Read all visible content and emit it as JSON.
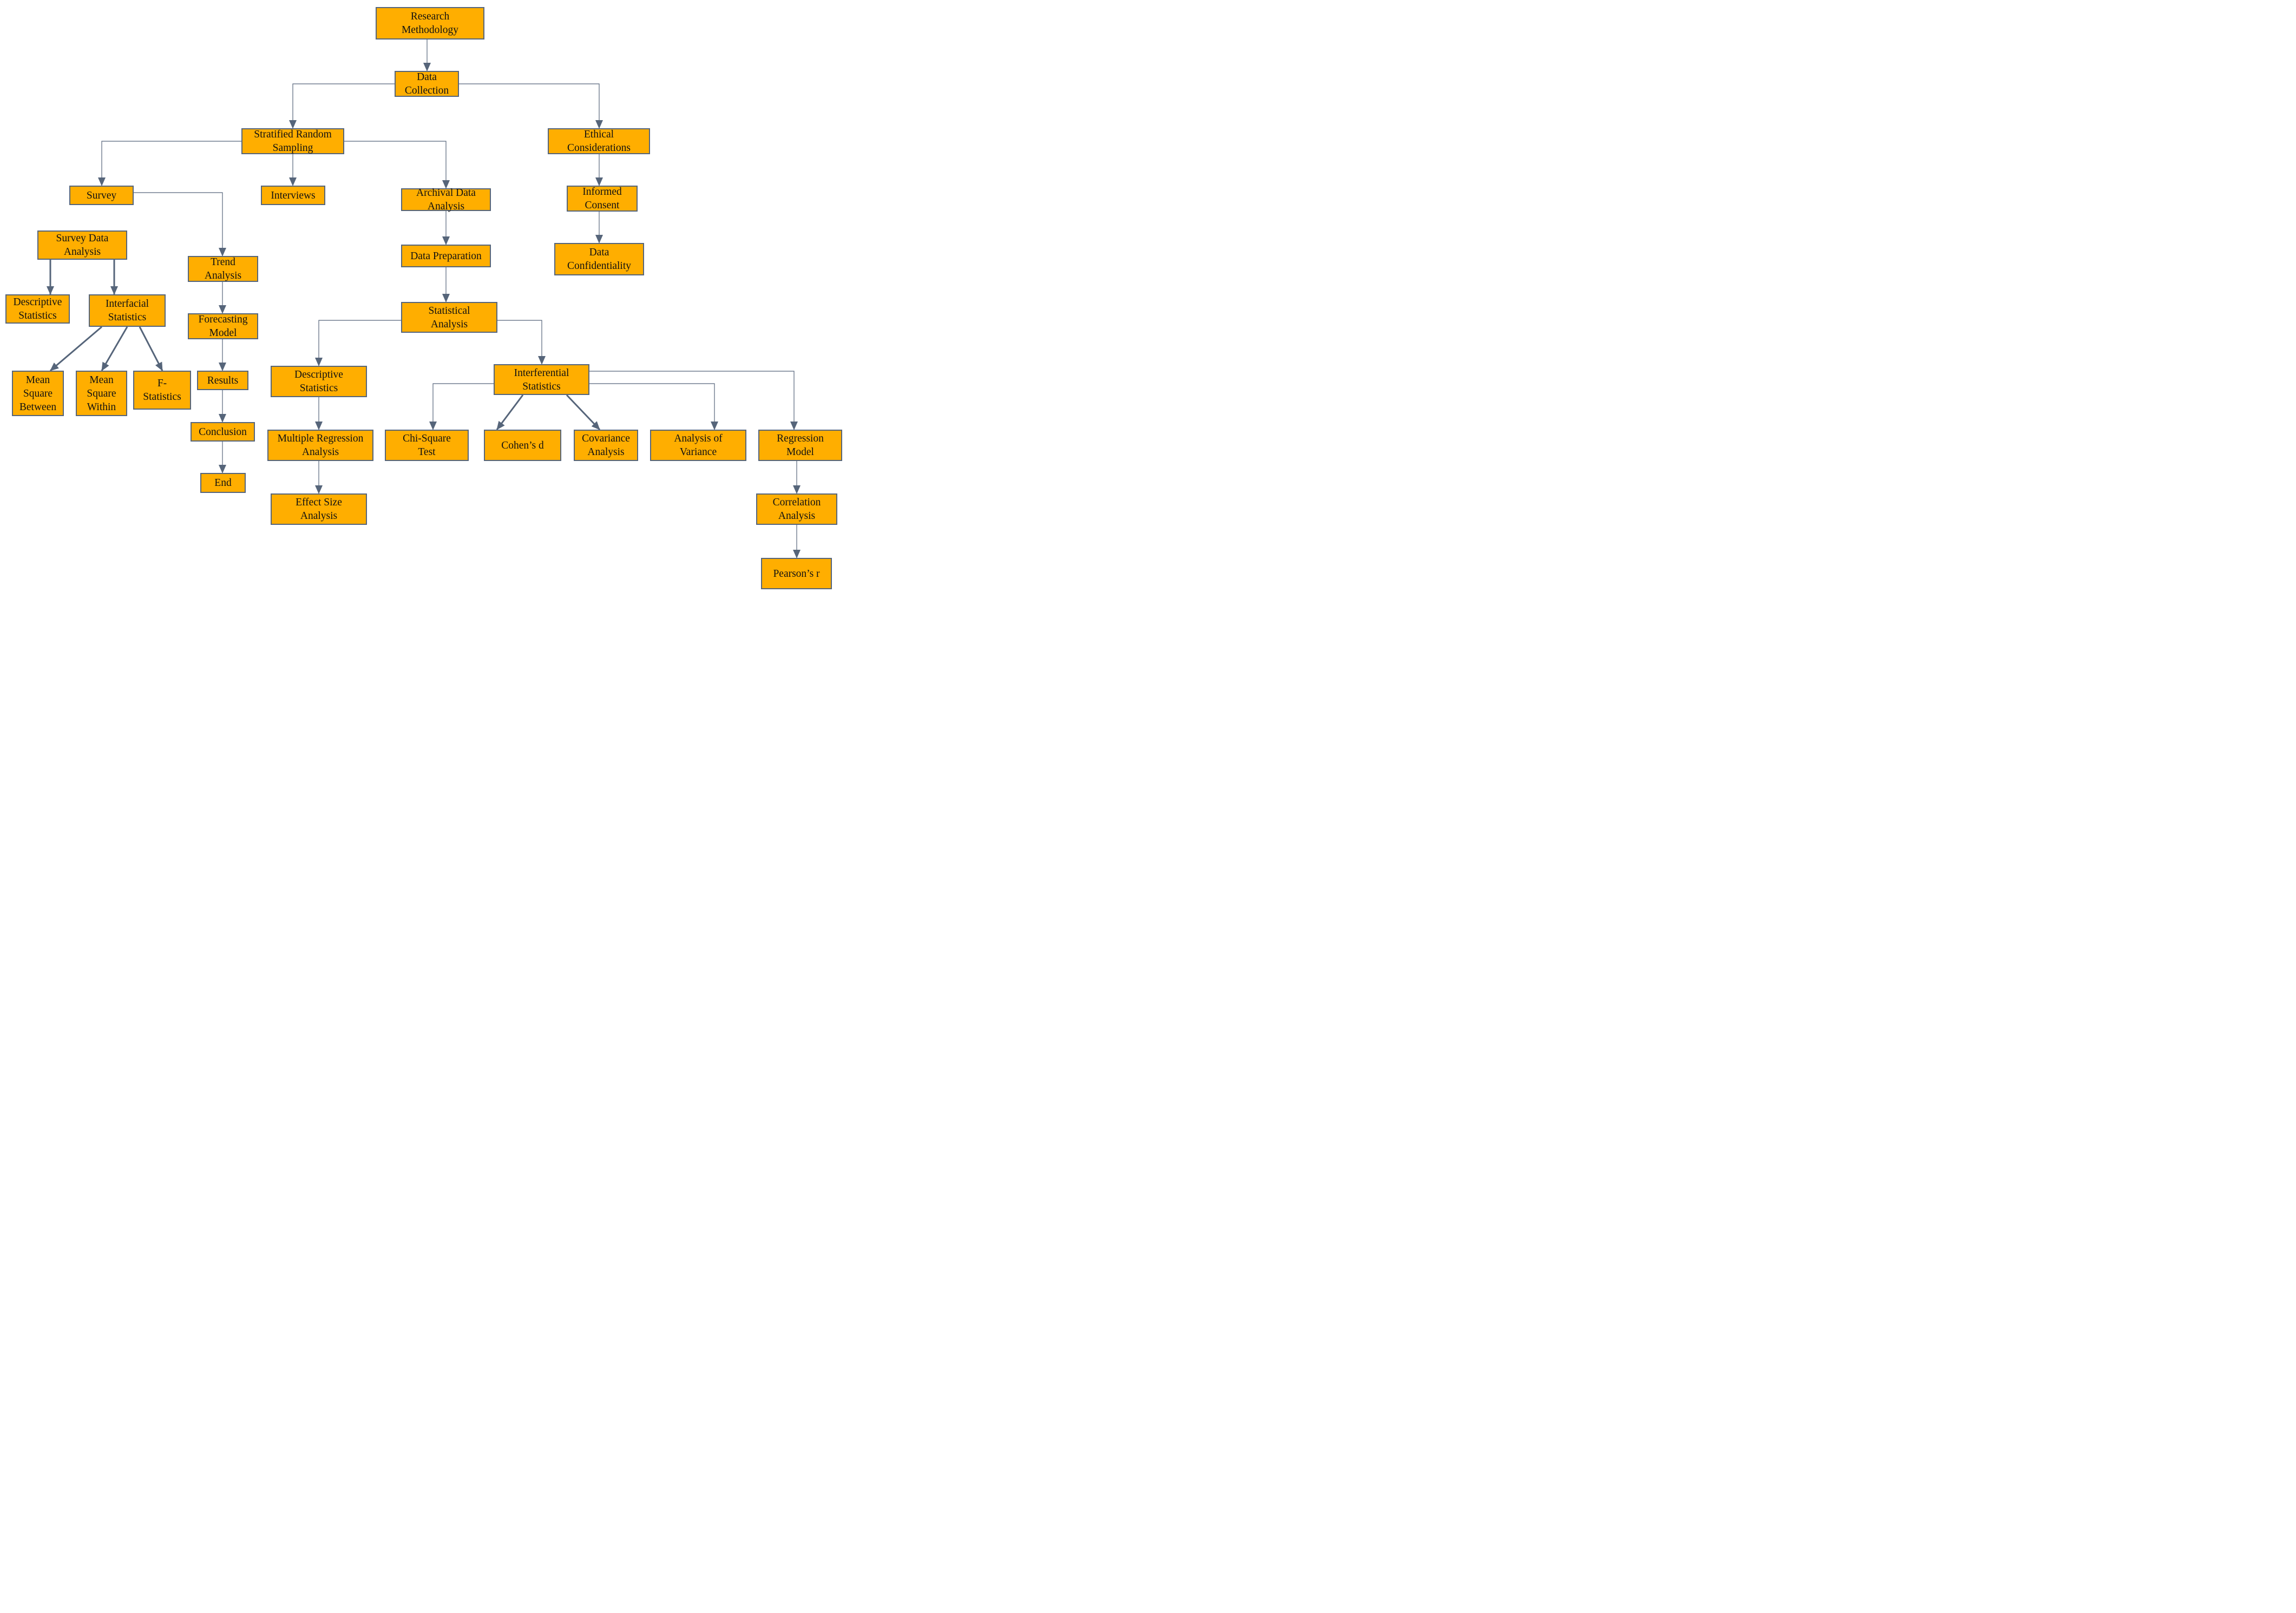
{
  "colors": {
    "box_fill": "#FFAE00",
    "box_border": "#56657a",
    "connector": "#56657a"
  },
  "nodes": [
    {
      "id": "research-methodology",
      "label": "Research\nMethodology"
    },
    {
      "id": "data-collection",
      "label": "Data\nCollection"
    },
    {
      "id": "stratified-random-sampling",
      "label": "Stratified Random\nSampling"
    },
    {
      "id": "ethical-considerations",
      "label": "Ethical\nConsiderations"
    },
    {
      "id": "survey",
      "label": "Survey"
    },
    {
      "id": "interviews",
      "label": "Interviews"
    },
    {
      "id": "archival-data-analysis",
      "label": "Archival Data\nAnalysis"
    },
    {
      "id": "informed-consent",
      "label": "Informed\nConsent"
    },
    {
      "id": "survey-data-analysis",
      "label": "Survey Data\nAnalysis"
    },
    {
      "id": "data-preparation",
      "label": "Data Preparation"
    },
    {
      "id": "data-confidentiality",
      "label": "Data\nConfidentiality"
    },
    {
      "id": "trend-analysis",
      "label": "Trend\nAnalysis"
    },
    {
      "id": "descriptive-statistics-survey",
      "label": "Descriptive\nStatistics"
    },
    {
      "id": "interfacial-statistics",
      "label": "Interfacial\nStatistics"
    },
    {
      "id": "statistical-analysis",
      "label": "Statistical\nAnalysis"
    },
    {
      "id": "forecasting-model",
      "label": "Forecasting\nModel"
    },
    {
      "id": "mean-square-between",
      "label": "Mean\nSquare\nBetween"
    },
    {
      "id": "mean-square-within",
      "label": "Mean\nSquare\nWithin"
    },
    {
      "id": "f-statistics",
      "label": "F-\nStatistics"
    },
    {
      "id": "descriptive-statistics-archival",
      "label": "Descriptive\nStatistics"
    },
    {
      "id": "interferential-statistics",
      "label": "Interferential\nStatistics"
    },
    {
      "id": "results",
      "label": "Results"
    },
    {
      "id": "conclusion",
      "label": "Conclusion"
    },
    {
      "id": "multiple-regression-analysis",
      "label": "Multiple Regression\nAnalysis"
    },
    {
      "id": "chi-square-test",
      "label": "Chi-Square\nTest"
    },
    {
      "id": "cohens-d",
      "label": "Cohen’s d"
    },
    {
      "id": "covariance-analysis",
      "label": "Covariance\nAnalysis"
    },
    {
      "id": "analysis-of-variance",
      "label": "Analysis of\nVariance"
    },
    {
      "id": "regression-model",
      "label": "Regression\nModel"
    },
    {
      "id": "end",
      "label": "End"
    },
    {
      "id": "effect-size-analysis",
      "label": "Effect Size\nAnalysis"
    },
    {
      "id": "correlation-analysis",
      "label": "Correlation\nAnalysis"
    },
    {
      "id": "pearsons-r",
      "label": "Pearson’s r"
    }
  ],
  "edges": [
    {
      "from": "research-methodology",
      "to": "data-collection"
    },
    {
      "from": "data-collection",
      "to": "stratified-random-sampling"
    },
    {
      "from": "data-collection",
      "to": "ethical-considerations"
    },
    {
      "from": "stratified-random-sampling",
      "to": "survey"
    },
    {
      "from": "stratified-random-sampling",
      "to": "interviews"
    },
    {
      "from": "stratified-random-sampling",
      "to": "archival-data-analysis"
    },
    {
      "from": "survey",
      "to": "trend-analysis"
    },
    {
      "from": "ethical-considerations",
      "to": "informed-consent"
    },
    {
      "from": "informed-consent",
      "to": "data-confidentiality"
    },
    {
      "from": "archival-data-analysis",
      "to": "data-preparation"
    },
    {
      "from": "data-preparation",
      "to": "statistical-analysis"
    },
    {
      "from": "survey-data-analysis",
      "to": "descriptive-statistics-survey"
    },
    {
      "from": "survey-data-analysis",
      "to": "interfacial-statistics"
    },
    {
      "from": "interfacial-statistics",
      "to": "mean-square-between"
    },
    {
      "from": "interfacial-statistics",
      "to": "mean-square-within"
    },
    {
      "from": "interfacial-statistics",
      "to": "f-statistics"
    },
    {
      "from": "trend-analysis",
      "to": "forecasting-model"
    },
    {
      "from": "forecasting-model",
      "to": "results"
    },
    {
      "from": "results",
      "to": "conclusion"
    },
    {
      "from": "conclusion",
      "to": "end"
    },
    {
      "from": "statistical-analysis",
      "to": "descriptive-statistics-archival"
    },
    {
      "from": "statistical-analysis",
      "to": "interferential-statistics"
    },
    {
      "from": "descriptive-statistics-archival",
      "to": "multiple-regression-analysis"
    },
    {
      "from": "multiple-regression-analysis",
      "to": "effect-size-analysis"
    },
    {
      "from": "interferential-statistics",
      "to": "chi-square-test"
    },
    {
      "from": "interferential-statistics",
      "to": "cohens-d"
    },
    {
      "from": "interferential-statistics",
      "to": "covariance-analysis"
    },
    {
      "from": "interferential-statistics",
      "to": "analysis-of-variance"
    },
    {
      "from": "interferential-statistics",
      "to": "regression-model"
    },
    {
      "from": "regression-model",
      "to": "correlation-analysis"
    },
    {
      "from": "correlation-analysis",
      "to": "pearsons-r"
    }
  ]
}
